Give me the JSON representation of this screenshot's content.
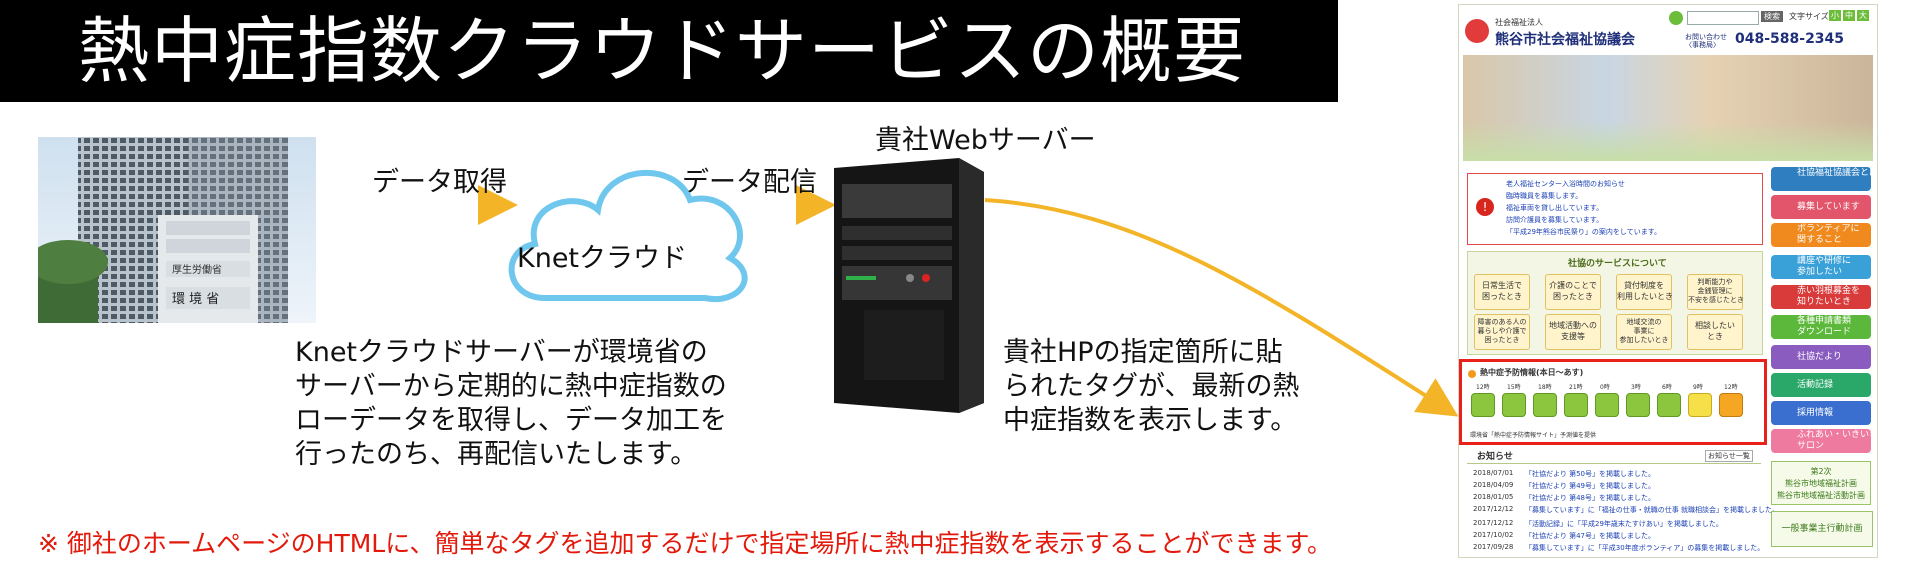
{
  "title": "熱中症指数クラウドサービスの概要",
  "flow": {
    "get_label": "データ取得",
    "cloud_label": "Knetクラウド",
    "deliver_label": "データ配信",
    "server_label": "貴社Webサーバー",
    "cloud_desc": [
      "Knetクラウドサーバーが環境省の",
      "サーバーから定期的に熱中症指数の",
      "ローデータを取得し、データ加工を",
      "行ったのち、再配信いたします。"
    ],
    "server_desc": [
      "貴社HPの指定箇所に貼",
      "られたタグが、最新の熱",
      "中症指数を表示します。"
    ]
  },
  "footer_note": "※ 御社のホームページのHTMLに、簡単なタグを追加するだけで指定場所に熱中症指数を表示することができます。",
  "ministry_photo": {
    "signs": [
      "厚生労働省",
      "環 境 省"
    ]
  },
  "website": {
    "org_small": "社会福祉法人",
    "org_name": "熊谷市社会福祉協議会",
    "search_btn": "検索",
    "font_size_label": "文字サイズ",
    "font_size_options": [
      "小",
      "中",
      "大"
    ],
    "contact_label": "お問い合わせ\n〈事務局〉",
    "phone": "048-588-2345",
    "notices": [
      "老人福祉センター入浴時間のお知らせ",
      "臨時職員を募集します。",
      "福祉車両を貸し出しています。",
      "訪問介護員を募集しています。",
      "「平成29年熊谷市民祭り」の案内をしています。"
    ],
    "services_heading": "社協のサービスについて",
    "services": [
      "日常生活で\n困ったとき",
      "介護のことで\n困ったとき",
      "貸付制度を\n利用したいとき",
      "判断能力や\n金銭管理に\n不安を感じたとき",
      "障害のある人の\n暮らしや介護で\n困ったとき",
      "地域活動への\n支援等",
      "地域交流の\n事業に\n参加したいとき",
      "相談したい\nとき"
    ],
    "heat_title": "熱中症予防情報(本日〜あす)",
    "heat_times": [
      "12時",
      "15時",
      "18時",
      "21時",
      "0時",
      "3時",
      "6時",
      "9時",
      "12時"
    ],
    "heat_source": "環境省「熱中症予防情報サイト」予測値を提供",
    "news_heading": "お知らせ",
    "news_more": "お知らせ一覧",
    "news": [
      {
        "date": "2018/07/01",
        "text": "「社協だより 第50号」を掲載しました。"
      },
      {
        "date": "2018/04/09",
        "text": "「社協だより 第49号」を掲載しました。"
      },
      {
        "date": "2018/01/05",
        "text": "「社協だより 第48号」を掲載しました。"
      },
      {
        "date": "2017/12/12",
        "text": "「募集しています」に「福祉の仕事・就職の仕事 就職相談会」を掲載しました。"
      },
      {
        "date": "2017/12/12",
        "text": "「活動記録」に「平成29年歳末たすけあい」を掲載しました。"
      },
      {
        "date": "2017/10/02",
        "text": "「社協だより 第47号」を掲載しました。"
      },
      {
        "date": "2017/09/28",
        "text": "「募集しています」に「平成30年度ボランティア」の募集を掲載しました。"
      }
    ],
    "side_buttons": [
      {
        "label": "社協福祉協議会とは",
        "color": "#2f7fc0"
      },
      {
        "label": "募集しています",
        "color": "#e2556b"
      },
      {
        "label": "ボランティアに\n関すること",
        "color": "#f08a1e"
      },
      {
        "label": "講座や研修に\n参加したい",
        "color": "#3aa0d8"
      },
      {
        "label": "赤い羽根募金を\n知りたいとき",
        "color": "#d93a3a"
      },
      {
        "label": "各種申請書類\nダウンロード",
        "color": "#5cb83a"
      },
      {
        "label": "社協だより",
        "color": "#8a5cc0"
      },
      {
        "label": "活動記録",
        "color": "#2aa86a"
      },
      {
        "label": "採用情報",
        "color": "#3a6fd0"
      },
      {
        "label": "ふれあい・いきいき\nサロン",
        "color": "#ef7aa0"
      }
    ],
    "plan_banner": "第2次\n熊谷市地域福祉計画\n熊谷市地域福祉活動計画",
    "plan_banner2": "一般事業主行動計画"
  },
  "colors": {
    "arrow": "#f3b428",
    "cloud_stroke": "#6fc7ee",
    "highlight": "#e8211b",
    "footer_red": "#e3190b"
  }
}
